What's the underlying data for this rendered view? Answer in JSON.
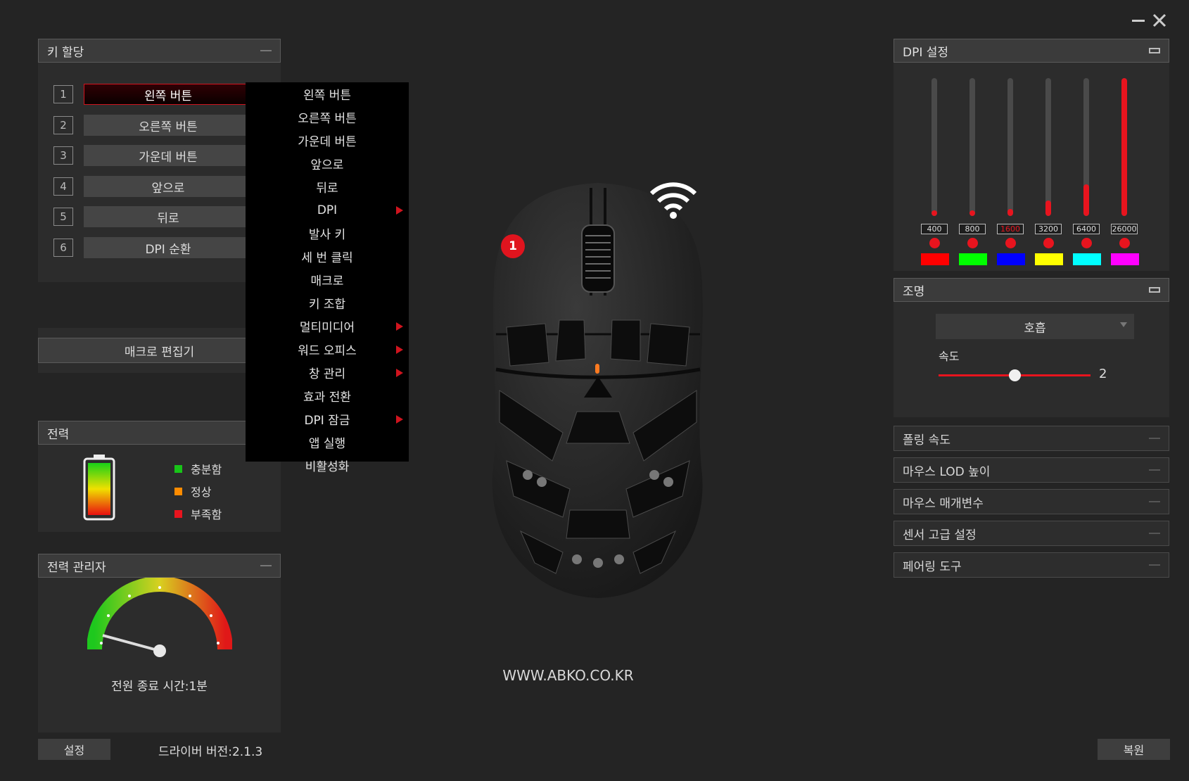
{
  "window": {
    "controls": [
      "minimize",
      "close"
    ]
  },
  "key_assign": {
    "title": "키 할당",
    "rows": [
      {
        "num": "1",
        "label": "왼쪽 버튼",
        "selected": true
      },
      {
        "num": "2",
        "label": "오른쪽 버튼"
      },
      {
        "num": "3",
        "label": "가운데 버튼"
      },
      {
        "num": "4",
        "label": "앞으로"
      },
      {
        "num": "5",
        "label": "뒤로"
      },
      {
        "num": "6",
        "label": "DPI 순환"
      }
    ]
  },
  "macro_editor": {
    "label": "매크로 편집기"
  },
  "dropdown_menu": {
    "items": [
      {
        "label": "왼쪽 버튼"
      },
      {
        "label": "오른쪽 버튼"
      },
      {
        "label": "가운데 버튼"
      },
      {
        "label": "앞으로"
      },
      {
        "label": "뒤로"
      },
      {
        "label": "DPI",
        "submenu": true
      },
      {
        "label": "발사 키"
      },
      {
        "label": "세 번 클릭"
      },
      {
        "label": "매크로"
      },
      {
        "label": "키 조합"
      },
      {
        "label": "멀티미디어",
        "submenu": true
      },
      {
        "label": "워드 오피스",
        "submenu": true
      },
      {
        "label": "창 관리",
        "submenu": true
      },
      {
        "label": "효과 전환"
      },
      {
        "label": "DPI 잠금",
        "submenu": true
      },
      {
        "label": "앱 실행"
      },
      {
        "label": "비활성화"
      }
    ]
  },
  "power": {
    "title": "전력",
    "legend": [
      {
        "label": "충분함",
        "color": "#18c418"
      },
      {
        "label": "정상",
        "color": "#ff8c00"
      },
      {
        "label": "부족함",
        "color": "#e8141e"
      }
    ]
  },
  "power_manager": {
    "title": "전력 관리자",
    "shutdown_text": "전원 종료 시간:1분"
  },
  "footer": {
    "settings_label": "설정",
    "driver_version": "드라이버 버전:2.1.3",
    "restore_label": "복원"
  },
  "mouse": {
    "badge": "1",
    "website": "WWW.ABKO.CO.KR"
  },
  "dpi": {
    "title": "DPI 설정",
    "stages": [
      {
        "value": "400",
        "fill": 0.03,
        "color": "#ff0000",
        "active": false
      },
      {
        "value": "800",
        "fill": 0.03,
        "color": "#00ff00",
        "active": false
      },
      {
        "value": "1600",
        "fill": 0.05,
        "color": "#0000ff",
        "active": true
      },
      {
        "value": "3200",
        "fill": 0.11,
        "color": "#ffff00",
        "active": false
      },
      {
        "value": "6400",
        "fill": 0.23,
        "color": "#00ffff",
        "active": false
      },
      {
        "value": "26000",
        "fill": 1.0,
        "color": "#ff00ff",
        "active": false
      }
    ]
  },
  "lighting": {
    "title": "조명",
    "mode": "호흡",
    "speed_label": "속도",
    "speed_value": "2",
    "speed_fraction": 0.5
  },
  "collapsed_sections": [
    {
      "label": "폴링 속도"
    },
    {
      "label": "마우스 LOD 높이"
    },
    {
      "label": "마우스 매개변수"
    },
    {
      "label": "센서 고급 설정"
    },
    {
      "label": "페어링 도구"
    }
  ]
}
